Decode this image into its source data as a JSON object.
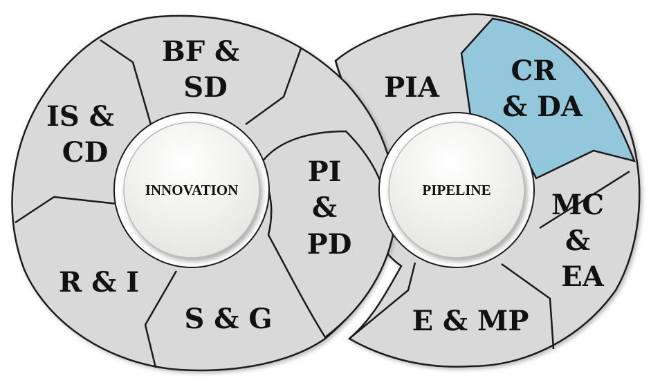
{
  "colors": {
    "segment_fill": "#d9d9d9",
    "highlight_fill": "#93c8dc",
    "outline": "#1a1a1a",
    "hub_fill_top": "#ffffff",
    "hub_fill_bottom": "#e7e7e4"
  },
  "innovation": {
    "hub_label": "INNOVATION",
    "segments": [
      {
        "lines": [
          "BF &",
          "SD"
        ]
      },
      {
        "lines": [
          "IS &",
          "CD"
        ]
      },
      {
        "lines": [
          "R & I"
        ]
      },
      {
        "lines": [
          "S & G"
        ]
      },
      {
        "lines": [
          "PI",
          "&",
          "PD"
        ]
      }
    ]
  },
  "pipeline": {
    "hub_label": "PIPELINE",
    "segments": [
      {
        "lines": [
          "PIA"
        ]
      },
      {
        "lines": [
          "CR",
          "& DA"
        ],
        "highlighted": true
      },
      {
        "lines": [
          "MC",
          "&",
          "EA"
        ]
      },
      {
        "lines": [
          "E & MP"
        ]
      }
    ]
  }
}
